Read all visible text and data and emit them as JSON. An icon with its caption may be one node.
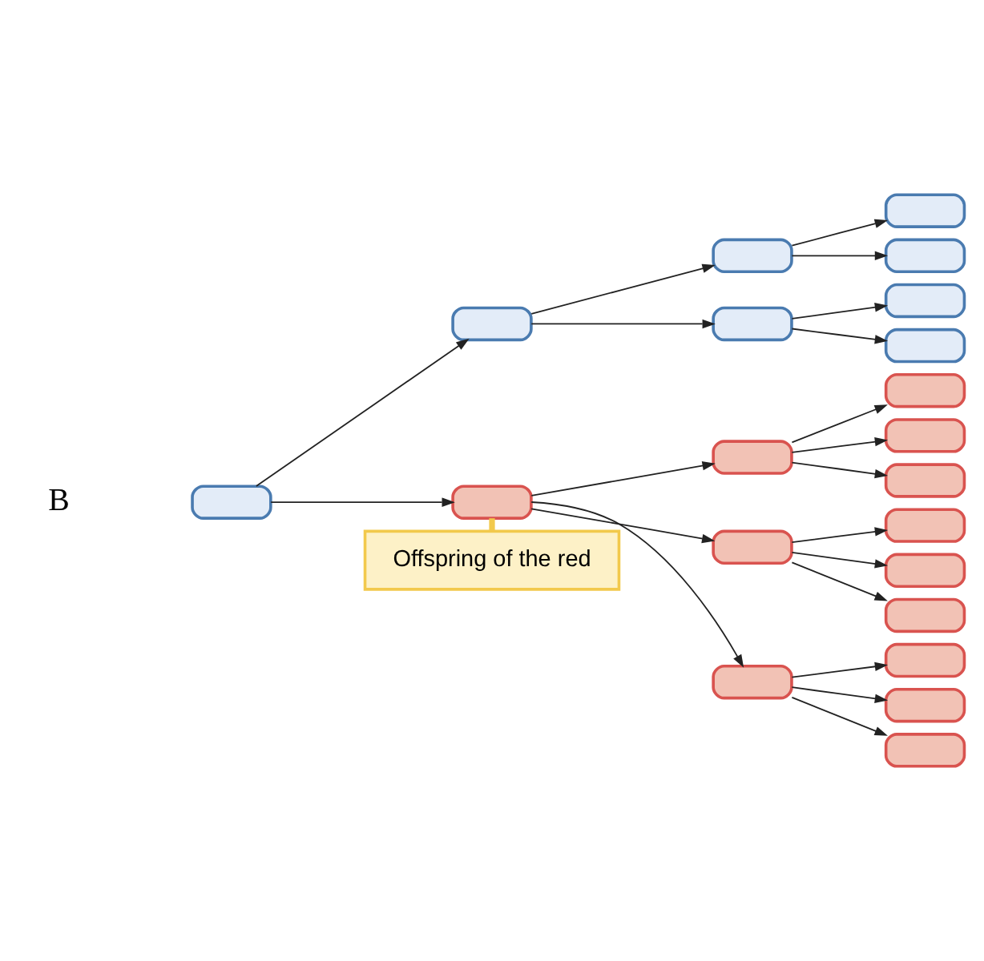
{
  "diagram": {
    "nodes": [
      {
        "text": [],
        "shape": "capsule"
      },
      {
        "text": [],
        "shape": "capsule"
      },
      {
        "text": [],
        "shape": "capsule"
      },
      {
        "text": [],
        "shape": "capsule"
      },
      {
        "text": [],
        "shape": "capsule"
      },
      {
        "text": [],
        "shape": "capsule"
      },
      {
        "text": [],
        "shape": "capsule"
      },
      {
        "text": [],
        "shape": "capsule"
      },
      {
        "text": [],
        "shape": "capsule"
      },
      {
        "text": [],
        "shape": "capsule"
      },
      {
        "text": [],
        "shape": "capsule"
      },
      {
        "text": [],
        "shape": "capsule"
      },
      {
        "text": [],
        "shape": "capsule"
      },
      {
        "text": [],
        "shape": "capsule"
      },
      {
        "text": [],
        "shape": "capsule"
      },
      {
        "text": [],
        "shape": "capsule"
      },
      {
        "text": [],
        "shape": "capsule"
      },
      {
        "text": [],
        "shape": "capsule"
      },
      {
        "text": [],
        "shape": "capsule"
      },
      {
        "text": [],
        "shape": "capsule"
      },
      {
        "text": [],
        "shape": "capsule"
      },
      {
        "text": [
          "Offspring of the red"
        ]
      }
    ],
    "edges": [
      {
        "from": 0,
        "to": 1,
        "arrow": "to"
      },
      {
        "from": 0,
        "to": 2,
        "arrow": "to"
      },
      {
        "from": 1,
        "to": 3,
        "arrow": "to"
      },
      {
        "from": 1,
        "to": 4,
        "arrow": "to"
      },
      {
        "from": 2,
        "to": 5,
        "arrow": "to"
      },
      {
        "from": 2,
        "to": 6,
        "arrow": "to"
      },
      {
        "from": 2,
        "to": 7,
        "arrow": "to"
      },
      {
        "from": 3,
        "to": 8,
        "arrow": "to"
      },
      {
        "from": 3,
        "to": 9,
        "arrow": "to"
      },
      {
        "from": 4,
        "to": 10,
        "arrow": "to"
      },
      {
        "from": 4,
        "to": 11,
        "arrow": "to"
      },
      {
        "from": 5,
        "to": 12,
        "arrow": "to"
      },
      {
        "from": 5,
        "to": 13,
        "arrow": "to"
      },
      {
        "from": 5,
        "to": 14,
        "arrow": "to"
      },
      {
        "from": 6,
        "to": 15,
        "arrow": "to"
      },
      {
        "from": 6,
        "to": 16,
        "arrow": "to"
      },
      {
        "from": 6,
        "to": 17,
        "arrow": "to"
      },
      {
        "from": 7,
        "to": 18,
        "arrow": "to"
      },
      {
        "from": 7,
        "to": 19,
        "arrow": "to"
      },
      {
        "from": 7,
        "to": 20,
        "arrow": "to"
      },
      {
        "from": 21,
        "to": 2,
        "arrow": "none",
        "style": "thick",
        "color": "#f2c94c"
      }
    ],
    "labels": [
      "B"
    ]
  }
}
